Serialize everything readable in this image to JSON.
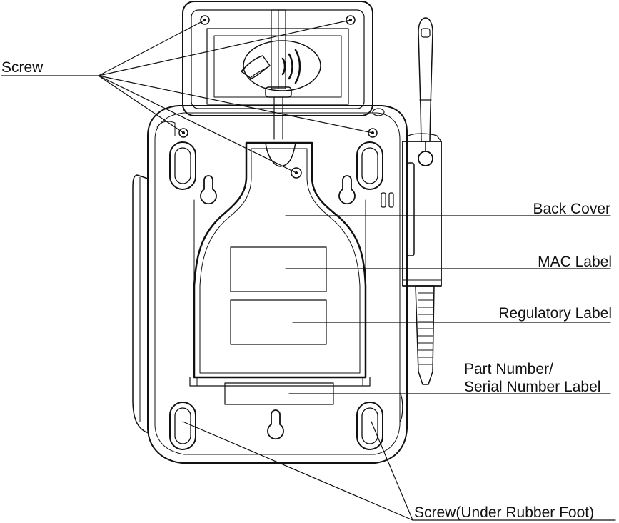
{
  "callouts": {
    "screw": "Screw",
    "back_cover": "Back Cover",
    "mac_label": "MAC Label",
    "regulatory_label": "Regulatory Label",
    "part_number_line1": "Part Number/",
    "part_number_line2": "Serial Number Label",
    "screw_under_foot": "Screw(Under Rubber Foot)"
  },
  "colors": {
    "line": "#111111",
    "background": "#ffffff"
  }
}
